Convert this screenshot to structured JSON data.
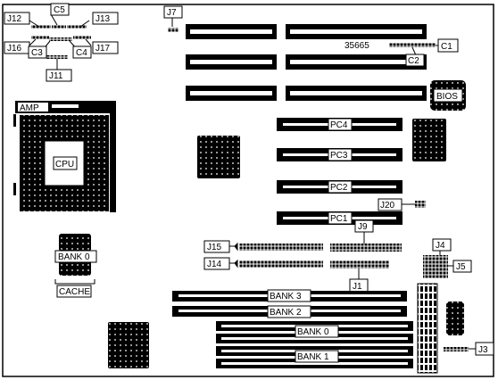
{
  "board_code": "35665",
  "labels": {
    "j12": "J12",
    "c5": "C5",
    "j13": "J13",
    "j7": "J7",
    "j16": "J16",
    "c3": "C3",
    "c4": "C4",
    "j17": "J17",
    "j11": "J11",
    "c1": "C1",
    "c2": "C2",
    "bios": "BIOS",
    "amp": "AMP",
    "cpu": "CPU",
    "pc4": "PC4",
    "pc3": "PC3",
    "pc2": "PC2",
    "pc1": "PC1",
    "j20": "J20",
    "j15": "J15",
    "j9": "J9",
    "j4": "J4",
    "j14": "J14",
    "j5": "J5",
    "j1": "J1",
    "bank0_cache": "BANK 0",
    "cache": "CACHE",
    "bank3_simm": "BANK 3",
    "bank2_simm": "BANK 2",
    "bank0_simm": "BANK 0",
    "bank1_simm": "BANK 1",
    "j3": "J3"
  },
  "colors": {
    "ink": "#000000",
    "paper": "#ffffff"
  }
}
